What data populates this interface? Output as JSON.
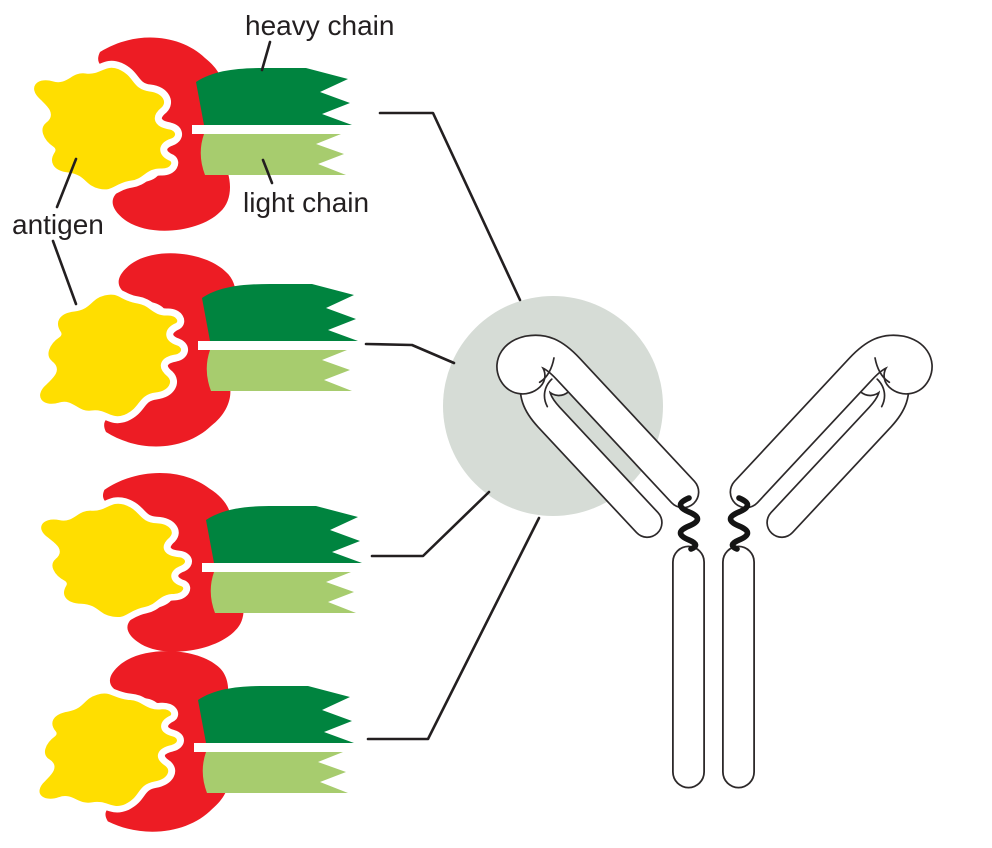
{
  "figure": {
    "labels": {
      "heavy_chain": "heavy chain",
      "light_chain": "light chain",
      "antigen": "antigen"
    },
    "colors": {
      "red": "#ed1c24",
      "yellow": "#ffde00",
      "dark_green": "#00843f",
      "light_green": "#a7cc6e",
      "circle_gray": "#d6dcd6",
      "ink": "#231f20",
      "outline": "#2d292a",
      "paper": "#ffffff"
    },
    "complex_count": 4
  }
}
